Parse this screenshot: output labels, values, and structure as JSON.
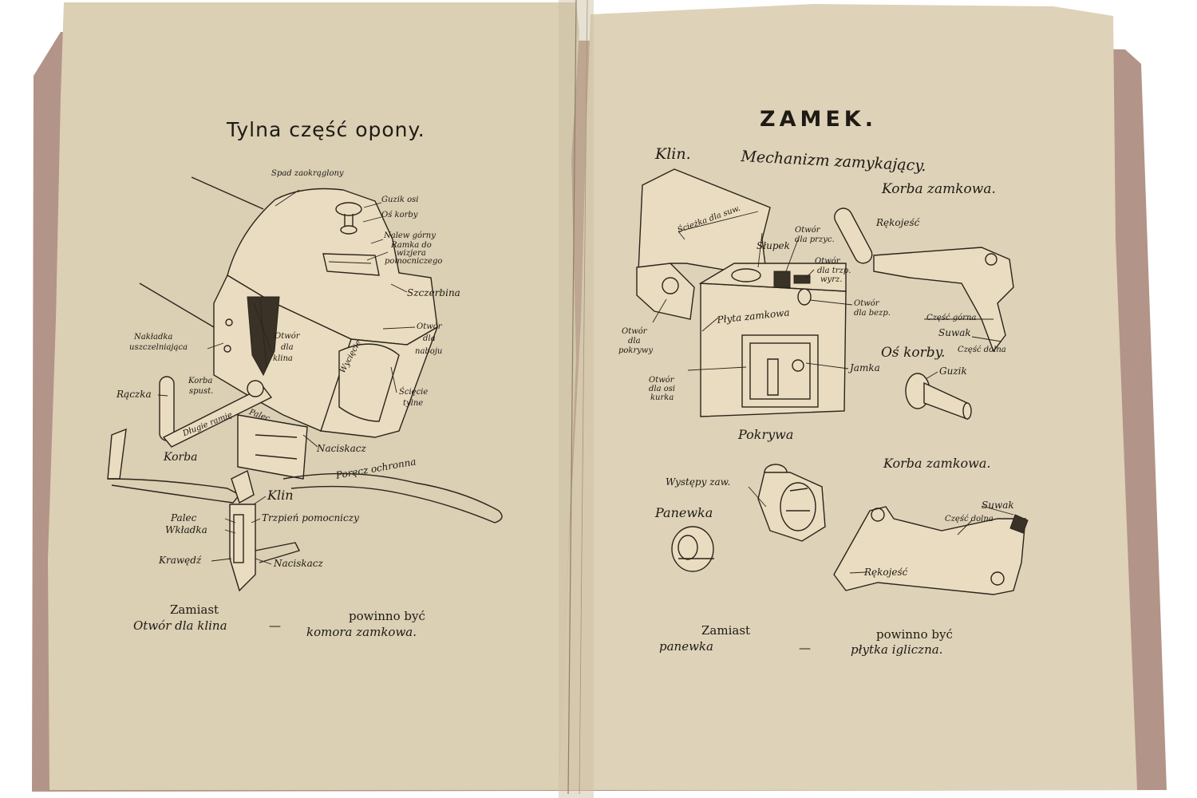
{
  "left_page": {
    "title": "Tylna część opony.",
    "labels": {
      "spad": "Spad zaokrąglony",
      "guzik_osi": "Guzik osi",
      "os_korby": "Oś korby",
      "nalew": "Nalew górny",
      "ramka1": "Ramka do",
      "ramka2": "wizjera",
      "ramka3": "pomocniczego",
      "szczerbina": "Szczerbina",
      "nakladka1": "Nakładka",
      "nakladka2": "uszczelniająca",
      "otwor_klina1": "Otwór",
      "otwor_klina2": "dla",
      "otwor_klina3": "klina",
      "wyciecie": "Wycięcie",
      "otwor_naboju1": "Otwór",
      "otwor_naboju2": "dla",
      "otwor_naboju3": "naboju",
      "raczka": "Rączka",
      "korba_spust1": "Korba",
      "korba_spust2": "spust.",
      "dlugie_ramie": "Długie ramię",
      "palec_top": "Palec",
      "sciecie1": "Ścięcie",
      "sciecie2": "tylne",
      "naciskacz_top": "Naciskacz",
      "korba": "Korba",
      "porecz": "Poręcz ochronna",
      "klin": "Klin",
      "palec": "Palec",
      "trzpien": "Trzpień pomocniczy",
      "wkladka": "Wkładka",
      "krawedz": "Krawędź",
      "naciskacz": "Naciskacz"
    },
    "caption": {
      "zamiast": "Zamiast",
      "wrong": "Otwór dla klina",
      "dash": "—",
      "powinno": "powinno być",
      "right": "komora zamkowa."
    }
  },
  "right_page": {
    "title": "ZAMEK.",
    "labels": {
      "klin": "Klin.",
      "mechanizm": "Mechanizm zamykający.",
      "korba_zamkowa_top": "Korba zamkowa.",
      "sciezka": "Ścieżka dla suw.",
      "slupek": "Słupek",
      "otwor_przyc1": "Otwór",
      "otwor_przyc2": "dla przyc.",
      "otwor_trzp1": "Otwór",
      "otwor_trzp2": "dla trzp.",
      "otwor_trzp3": "wyrz.",
      "rekojesc_top": "Rękojeść",
      "otwor_pokrywy1": "Otwór",
      "otwor_pokrywy2": "dla",
      "otwor_pokrywy3": "pokrywy",
      "plyta": "Płyta zamkowa",
      "otwor_bezp1": "Otwór",
      "otwor_bezp2": "dla bezp.",
      "czesc_gorna": "Część górna",
      "suwak_top": "Suwak",
      "czesc_dolna_top": "Część dolna",
      "os_korby": "Oś korby.",
      "guzik": "Guzik",
      "otwor_kurka1": "Otwór",
      "otwor_kurka2": "dla osi",
      "otwor_kurka3": "kurka",
      "jamka": "Jamka",
      "pokrywa": "Pokrywa",
      "korba_zamkowa_bottom": "Korba zamkowa.",
      "wystepy": "Występy zaw.",
      "panewka": "Panewka",
      "suwak_bottom": "Suwak",
      "czesc_dolna_bottom": "Część dolna",
      "rekojesc_bottom": "Rękojeść"
    },
    "caption": {
      "zamiast": "Zamiast",
      "wrong": "panewka",
      "dash": "—",
      "powinno": "powinno być",
      "right": "płytka igliczna."
    }
  }
}
